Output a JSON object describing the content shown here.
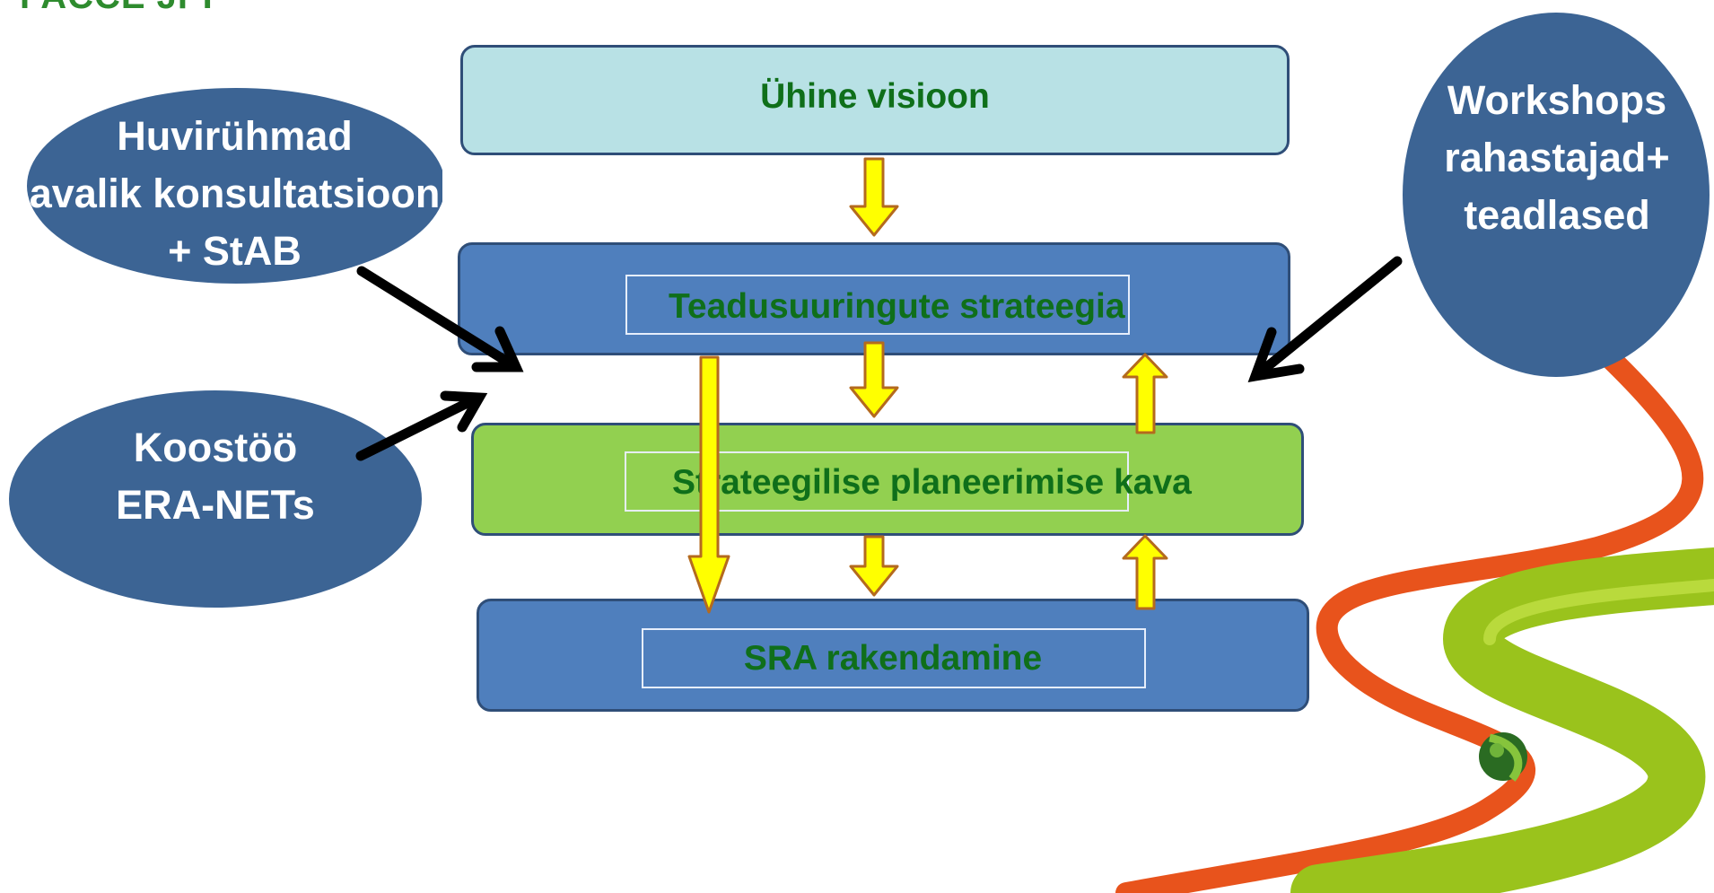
{
  "logo": {
    "text": "FACCE JPI"
  },
  "boxes": {
    "vision": "Ühine visioon",
    "strategy": "Teadusuuringute strateegia",
    "plan": "Strateegilise planeerimise kava",
    "implementation": "SRA rakendamine"
  },
  "ellipses": {
    "stakeholders": [
      "Huvirühmad",
      "avalik konsultatsioon",
      "+ StAB"
    ],
    "cooperation": [
      "Koostöö",
      "ERA-NETs"
    ],
    "workshops": [
      "Workshops",
      "rahastajad+",
      "teadlased"
    ]
  },
  "colors": {
    "ellipse_fill": "#3c6494",
    "box_light": "#b8e1e5",
    "box_blue": "#4f7fbd",
    "box_green": "#92d050",
    "label_green": "#0f6f1a",
    "arrow_yellow": "#ffff00",
    "arrow_outline": "#b46a1e",
    "ribbon_orange": "#e8531c",
    "ribbon_green": "#9ac31c"
  },
  "icons": [
    "globe-icon"
  ]
}
